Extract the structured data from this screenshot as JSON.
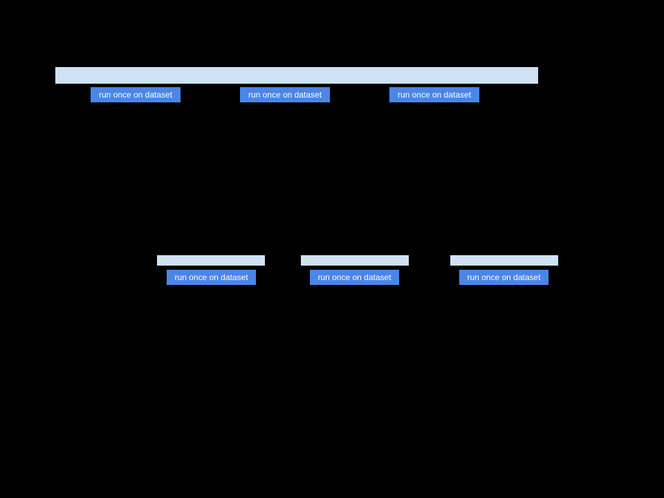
{
  "colors": {
    "background": "#000000",
    "bar_fill": "#cfe2f3",
    "button_fill": "#4a86e8",
    "button_text": "#ffffff"
  },
  "top_section": {
    "buttons": [
      {
        "label": "run once on dataset"
      },
      {
        "label": "run once on dataset"
      },
      {
        "label": "run once on dataset"
      }
    ]
  },
  "middle_section": {
    "buttons": [
      {
        "label": "run once on dataset"
      },
      {
        "label": "run once on dataset"
      },
      {
        "label": "run once on dataset"
      }
    ]
  }
}
